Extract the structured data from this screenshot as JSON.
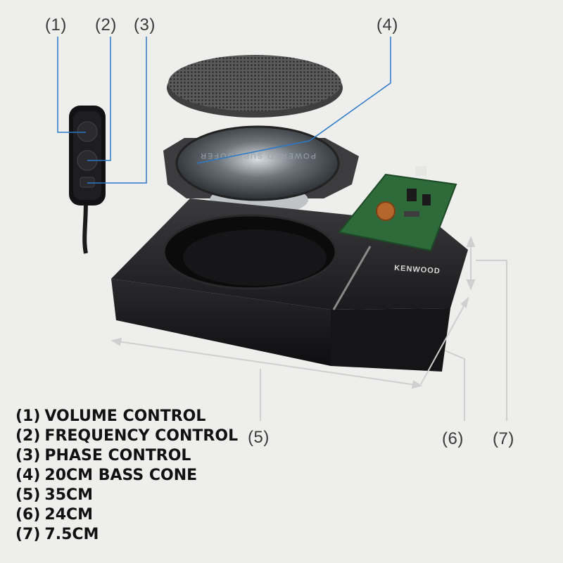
{
  "callouts": [
    {
      "id": "1",
      "label": "(1)"
    },
    {
      "id": "2",
      "label": "(2)"
    },
    {
      "id": "3",
      "label": "(3)"
    },
    {
      "id": "4",
      "label": "(4)"
    },
    {
      "id": "5",
      "label": "(5)"
    },
    {
      "id": "6",
      "label": "(6)"
    },
    {
      "id": "7",
      "label": "(7)"
    }
  ],
  "legend": [
    {
      "num": "(1)",
      "text": "VOLUME CONTROL"
    },
    {
      "num": "(2)",
      "text": "FREQUENCY CONTROL"
    },
    {
      "num": "(3)",
      "text": "PHASE CONTROL"
    },
    {
      "num": "(4)",
      "text": "20CM BASS CONE"
    },
    {
      "num": "(5)",
      "text": "35CM"
    },
    {
      "num": "(6)",
      "text": "24CM"
    },
    {
      "num": "(7)",
      "text": "7.5CM"
    }
  ],
  "product": {
    "brand": "KENWOOD",
    "cone_text": "POWERED SUBWOOFER"
  },
  "colors": {
    "background": "#eeeeec",
    "enclosure": "#1c1c1e",
    "pcb": "#2f6b3a",
    "leader_line": "#2a78c8",
    "dimension_line": "#cfcfcf"
  }
}
